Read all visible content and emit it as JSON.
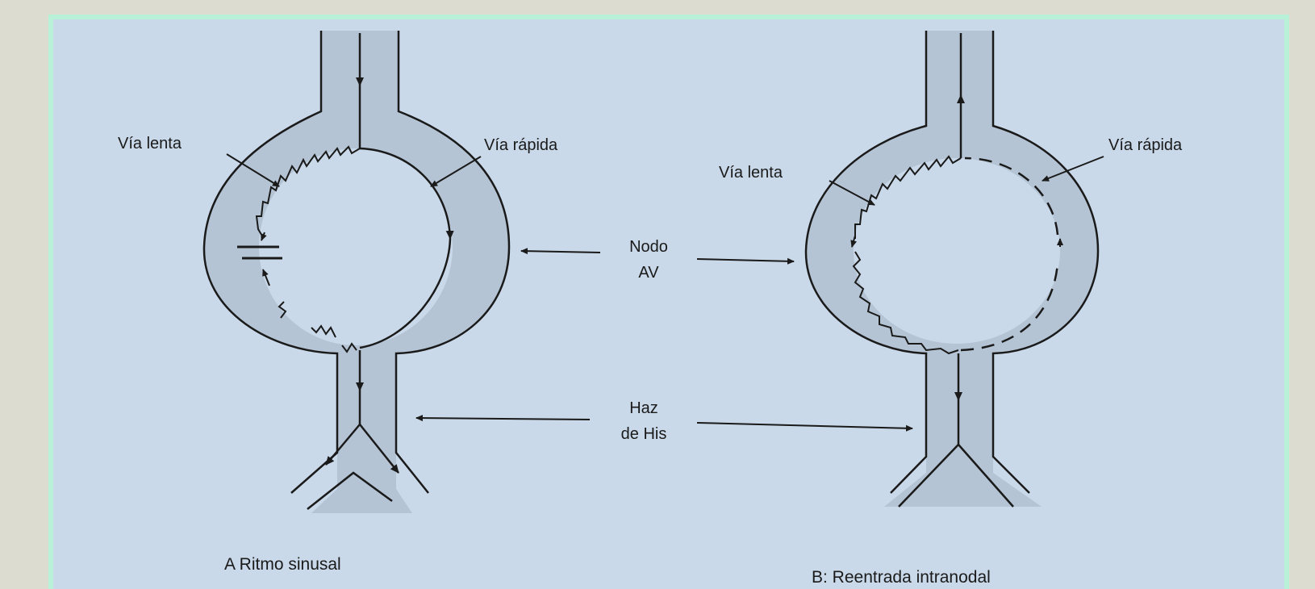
{
  "labels": {
    "a_slow_path": "Vía lenta",
    "a_fast_path": "Vía rápida",
    "b_slow_path": "Vía lenta",
    "b_fast_path": "Vía rápida",
    "av_node_line1": "Nodo",
    "av_node_line2": "AV",
    "his_line1": "Haz",
    "his_line2": "de His",
    "caption_a": "A  Ritmo sinusal",
    "caption_b": "B: Reentrada intranodal"
  },
  "colors": {
    "frame_border": "#b8f0d8",
    "background": "#c9d9e9",
    "tissue": "#b4c4d4",
    "ink": "#1a1a1a"
  }
}
